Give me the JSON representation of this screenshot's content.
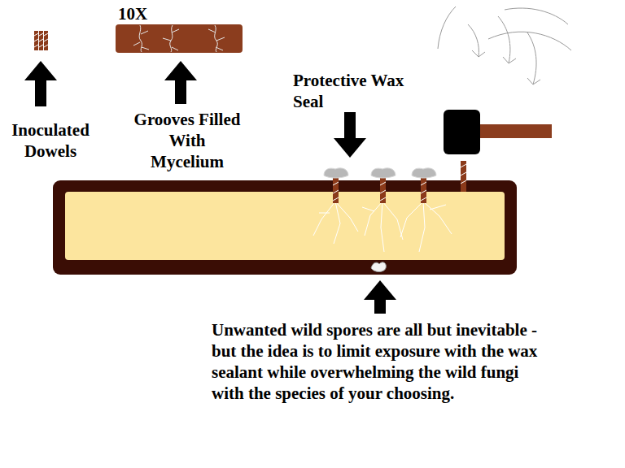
{
  "diagram": {
    "labels": [
      "10X",
      "Inoculated Dowels",
      "Grooves Filled With Mycelium",
      "Protective Wax Seal",
      "Unwanted wild spores are all but inevitable - but the idea is to limit exposure with the wax sealant while overwhelming the wild fungi with the species of your choosing."
    ]
  }
}
